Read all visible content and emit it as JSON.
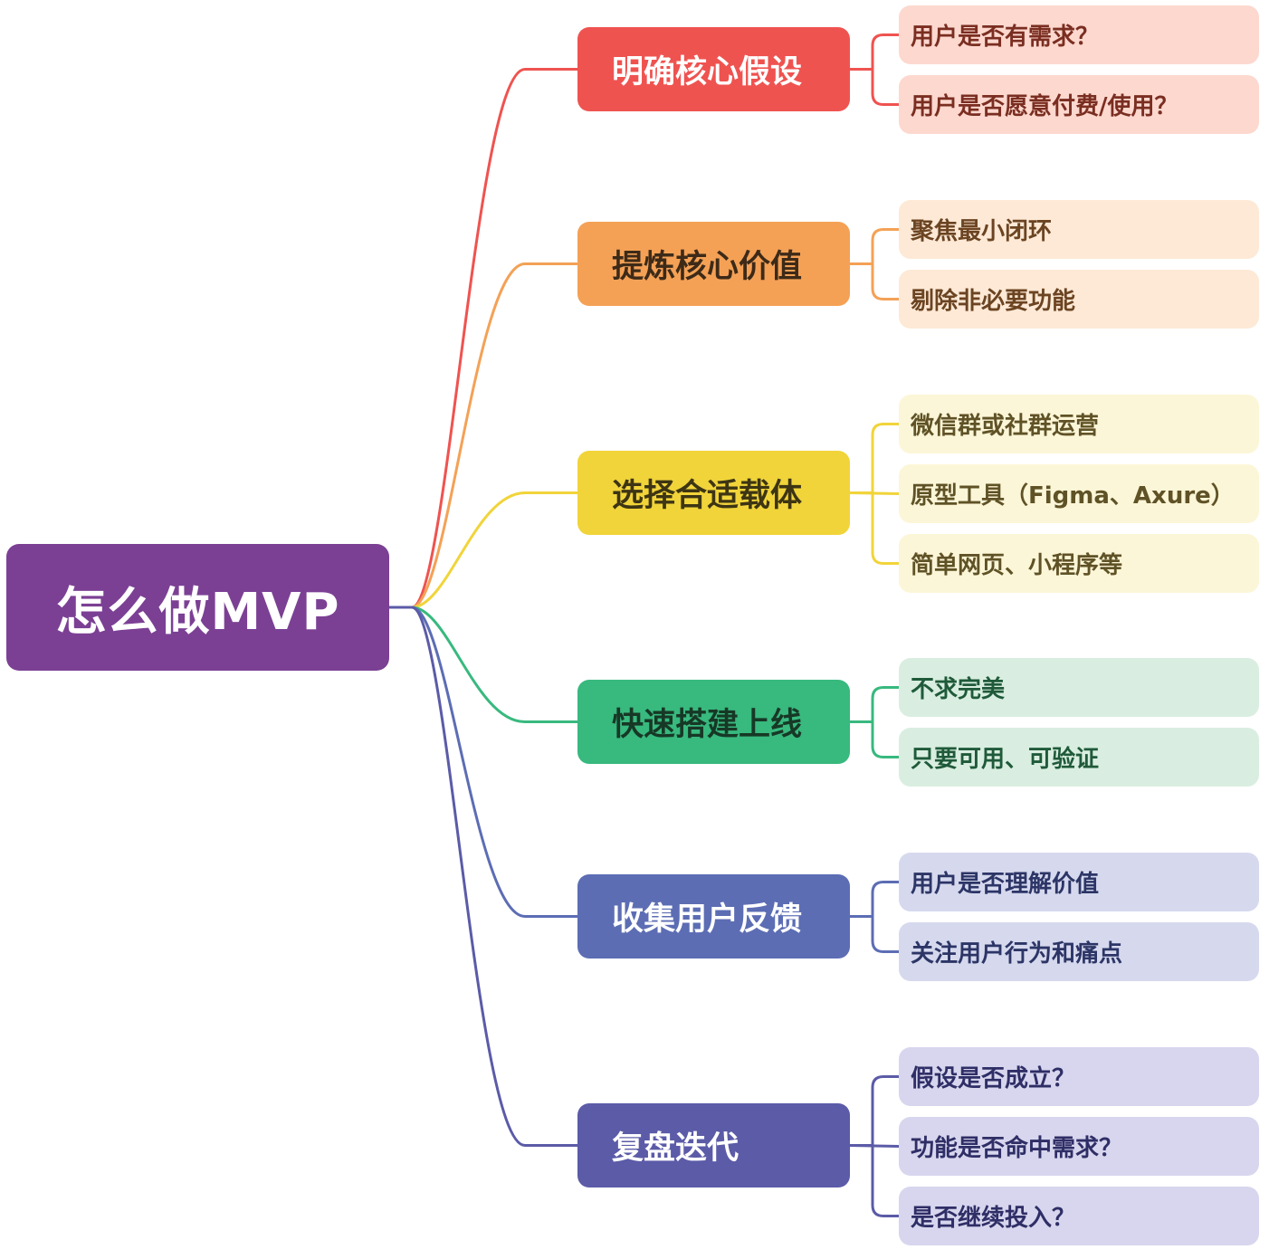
{
  "root": {
    "label": "怎么做MVP",
    "color": "#7b4094"
  },
  "branches": [
    {
      "label": "明确核心假设",
      "color": "#ef5350",
      "text_color": "#ffffff",
      "leaf_bg": "#fdd8cf",
      "leaf_text": "#7a2e21",
      "leaves": [
        "用户是否有需求？",
        "用户是否愿意付费/使用？"
      ]
    },
    {
      "label": "提炼核心价值",
      "color": "#f4a156",
      "text_color": "#3d2a18",
      "leaf_bg": "#fde9d6",
      "leaf_text": "#6b4422",
      "leaves": [
        "聚焦最小闭环",
        "剔除非必要功能"
      ]
    },
    {
      "label": "选择合适载体",
      "color": "#f1d43a",
      "text_color": "#3d3513",
      "leaf_bg": "#fcf6d8",
      "leaf_text": "#5f5226",
      "leaves": [
        "微信群或社群运营",
        "原型工具（Figma、Axure）",
        "简单网页、小程序等"
      ]
    },
    {
      "label": "快速搭建上线",
      "color": "#38b97e",
      "text_color": "#173826",
      "leaf_bg": "#d9eee0",
      "leaf_text": "#1f5a3a",
      "leaves": [
        "不求完美",
        "只要可用、可验证"
      ]
    },
    {
      "label": "收集用户反馈",
      "color": "#5c6db4",
      "text_color": "#ffffff",
      "leaf_bg": "#d6d9ee",
      "leaf_text": "#2c3566",
      "leaves": [
        "用户是否理解价值",
        "关注用户行为和痛点"
      ]
    },
    {
      "label": "复盘迭代",
      "color": "#5b5ba8",
      "text_color": "#ffffff",
      "leaf_bg": "#d7d6ee",
      "leaf_text": "#2f2e66",
      "leaves": [
        "假设是否成立？",
        "功能是否命中需求？",
        "是否继续投入？"
      ]
    }
  ]
}
